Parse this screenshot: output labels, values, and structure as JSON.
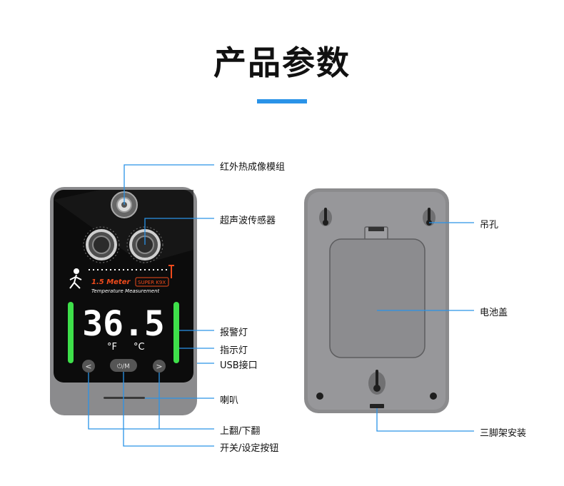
{
  "header": {
    "title": "产品参数"
  },
  "device_front": {
    "distance_text": "1.5 Meter",
    "model_badge": "SUPER K9X",
    "mode_text": "Temperature Measurement",
    "temperature": "36.5",
    "unit_f": "°F",
    "unit_c": "°C",
    "power_button": "⏻/M",
    "left_button": "<",
    "right_button": ">"
  },
  "callouts_front": [
    "红外热成像模组",
    "超声波传感器",
    "报警灯",
    "指示灯",
    "USB接口",
    "喇叭",
    "上翻/下翻",
    "开关/设定按钮"
  ],
  "callouts_back": [
    "吊孔",
    "电池盖",
    "三脚架安装"
  ],
  "colors": {
    "accent": "#2a93e8",
    "screen": "#0c0c0c",
    "device_body": "#8a8a8c",
    "led_green": "#3ee04a",
    "display_red": "#f04b1c"
  }
}
